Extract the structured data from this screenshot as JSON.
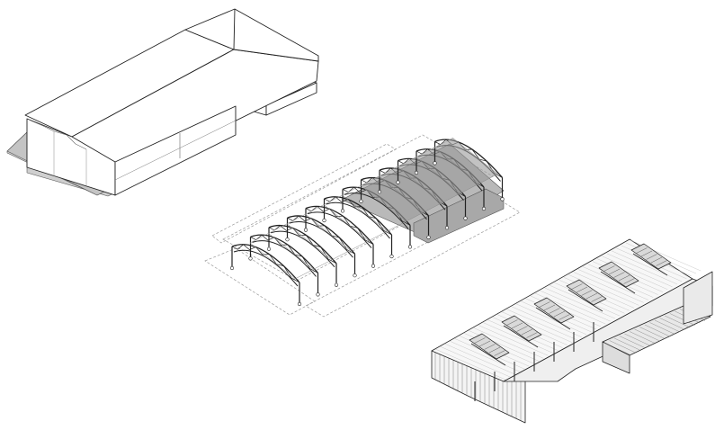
{
  "figure": {
    "panels": [
      {
        "id": "existing-building-massing",
        "view": "axonometric"
      },
      {
        "id": "exposed-steel-truss-frame",
        "view": "axonometric",
        "frame_count": 12
      },
      {
        "id": "renovated-building-with-cut-roof",
        "view": "axonometric",
        "roof_openings": 6
      }
    ],
    "colors": {
      "line": "#222222",
      "shadow": "#c8c8c8",
      "truss_fill": "#9a9a9a",
      "dashed": "#9a9a9a",
      "slab_fill": "#b4b4b4"
    }
  }
}
